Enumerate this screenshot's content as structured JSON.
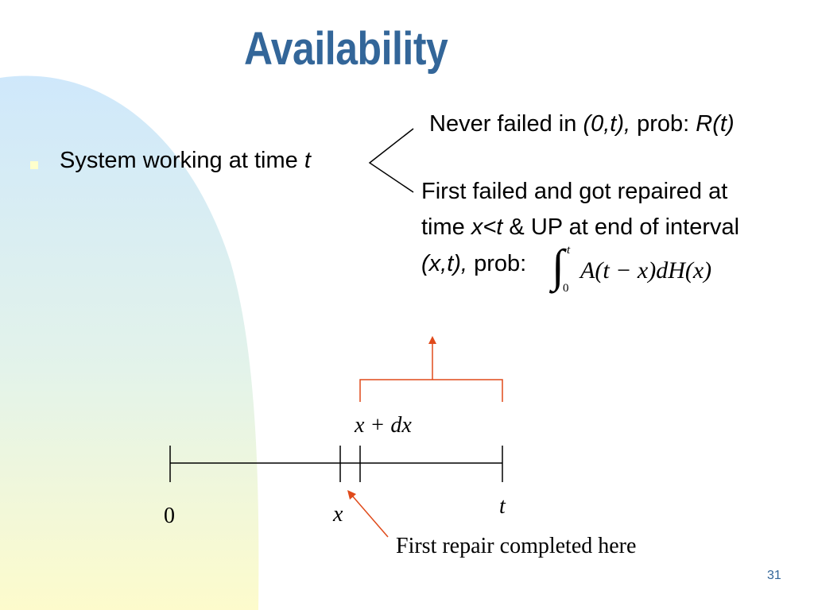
{
  "slide": {
    "title": "Availability",
    "bullet": {
      "text": "System working at time",
      "var": "t"
    },
    "branch_never": {
      "text": "Never failed in",
      "interval": "(0,t),",
      "prob_label": "prob:",
      "prob": "R(t)"
    },
    "branch_failed": {
      "line1": "First failed and got repaired at",
      "line2_pre": "time",
      "line2_var": "x<t",
      "line2_post": "& UP at end of interval",
      "line3_interval": "(x,t),",
      "line3_prob_label": "prob:",
      "integral_upper": "t",
      "integral_lower": "0",
      "integrand": "A(t − x)dH(x)"
    },
    "timeline": {
      "label_zero": "0",
      "label_x": "x",
      "label_xdx": "x + dx",
      "label_t": "t",
      "annotation": "First repair completed here"
    },
    "slide_number": "31"
  },
  "colors": {
    "title": "#336699",
    "accent_arrow": "#e04a1a",
    "bullet": "#ffffcc"
  }
}
